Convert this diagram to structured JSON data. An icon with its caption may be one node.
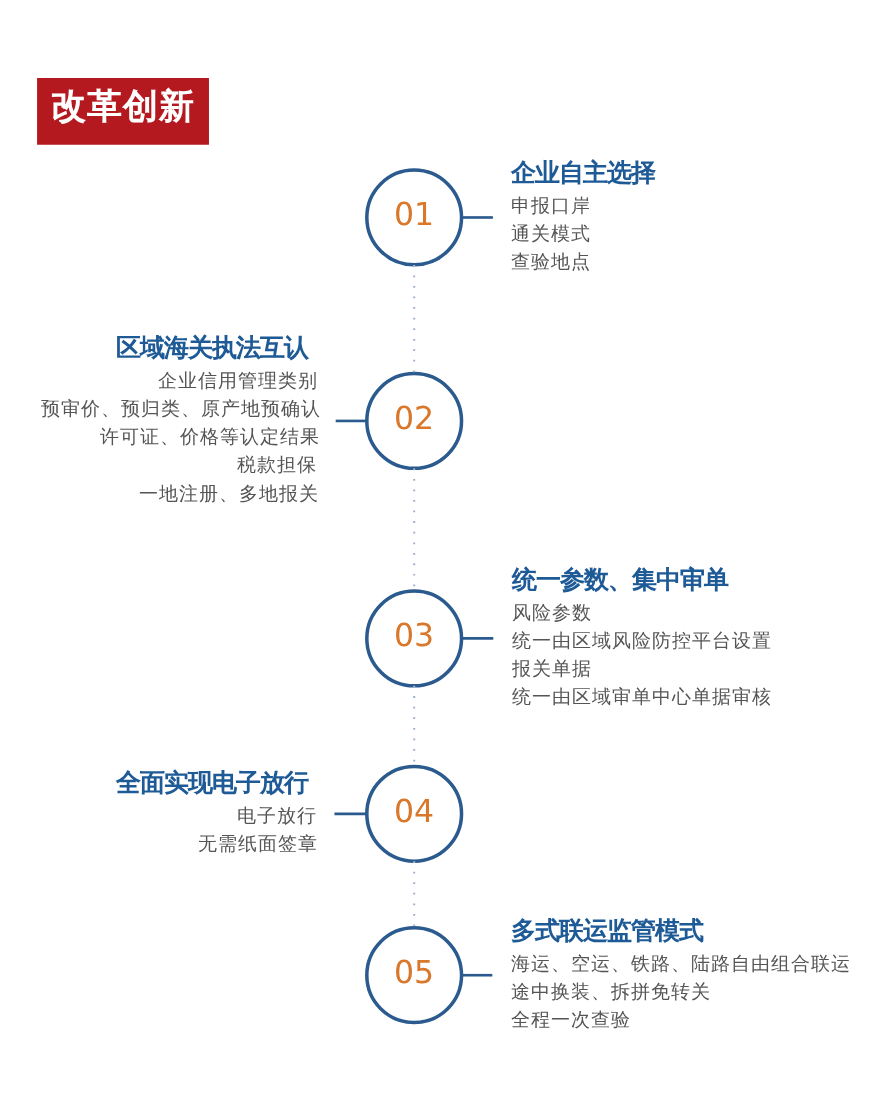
{
  "diagram": {
    "title": "改革创新",
    "nodes": [
      {
        "text": [
          "01"
        ]
      },
      {
        "text": [
          "企业自主选择",
          "申报口岸",
          "通关模式",
          "查验地点"
        ]
      },
      {
        "text": [
          "区域海关执法互认",
          "企业信用管理类别",
          "预审价、预归类、原产地预确认",
          "许可证、价格等认定结果",
          "税款担保",
          "一地注册、多地报关"
        ]
      },
      {
        "text": [
          "02"
        ]
      },
      {
        "text": [
          "03"
        ]
      },
      {
        "text": [
          "统一参数、集中审单",
          "风险参数",
          "统一由区域风险防控平台设置",
          "报关单据",
          "统一由区域审单中心单据审核"
        ]
      },
      {
        "text": [
          "全面实现电子放行",
          "电子放行",
          "无需纸面签章"
        ]
      },
      {
        "text": [
          "04"
        ]
      },
      {
        "text": [
          "05"
        ]
      },
      {
        "text": [
          "多式联运监管模式",
          "海运、空运、铁路、陆路自由组合联运",
          "途中换装、拆拼免转关",
          "全程一次查验"
        ]
      }
    ],
    "edges": [
      {
        "from": 0,
        "to": 1,
        "arrow": "none"
      },
      {
        "from": 2,
        "to": 3,
        "arrow": "none"
      },
      {
        "from": 4,
        "to": 5,
        "arrow": "none"
      },
      {
        "from": 6,
        "to": 7,
        "arrow": "none"
      },
      {
        "from": 8,
        "to": 9,
        "arrow": "none"
      },
      {
        "from": 0,
        "to": 3,
        "arrow": "none",
        "style": "dashed",
        "color": "#9fb4cc"
      },
      {
        "from": 3,
        "to": 4,
        "arrow": "none",
        "style": "dashed",
        "color": "#9fb4cc"
      },
      {
        "from": 4,
        "to": 7,
        "arrow": "none",
        "style": "dashed",
        "color": "#9fb4cc"
      },
      {
        "from": 7,
        "to": 8,
        "arrow": "none",
        "style": "dashed",
        "color": "#9fb4cc"
      }
    ]
  }
}
